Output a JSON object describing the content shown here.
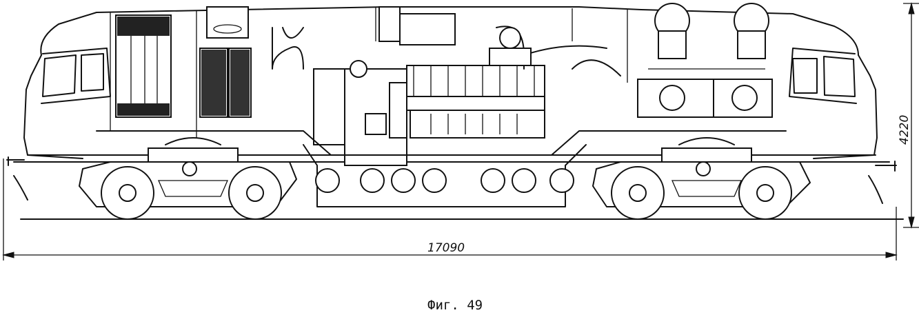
{
  "dimensions": {
    "length": "17090",
    "height": "4220"
  },
  "caption": "Фиг. 49"
}
